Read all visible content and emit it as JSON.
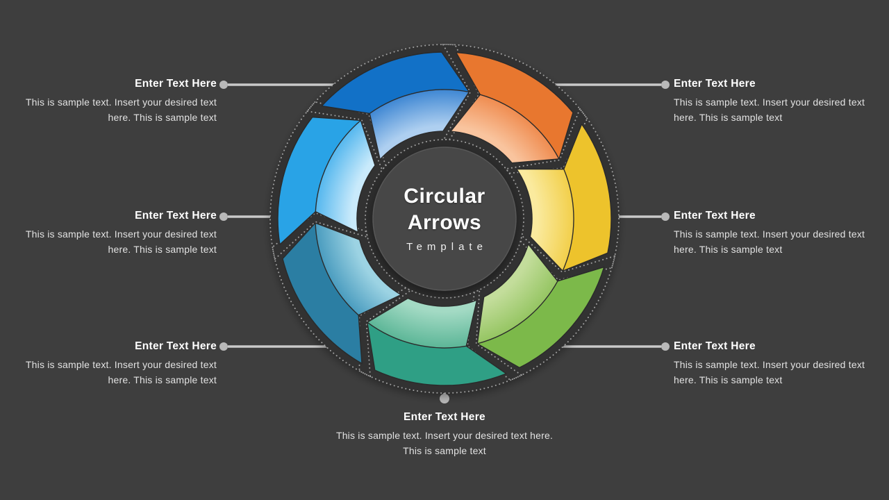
{
  "slide": {
    "bg": "#3e3e3e"
  },
  "center": {
    "title_line1": "Circular",
    "title_line2": "Arrows",
    "subtitle": "Template"
  },
  "callouts": {
    "left": [
      {
        "title": "Enter Text Here",
        "body": "This is sample text. Insert your desired text here. This is sample text"
      },
      {
        "title": "Enter Text Here",
        "body": "This is sample text. Insert your desired text here. This is sample text"
      },
      {
        "title": "Enter Text Here",
        "body": "This is sample text. Insert your desired text here. This is sample text"
      }
    ],
    "right": [
      {
        "title": "Enter Text Here",
        "body": "This is sample text. Insert your desired text here. This is sample text"
      },
      {
        "title": "Enter Text Here",
        "body": "This is sample text. Insert your desired text here. This is sample text"
      },
      {
        "title": "Enter Text Here",
        "body": "This is sample text. Insert your desired text here. This is sample text"
      }
    ],
    "bottom": [
      {
        "title": "Enter Text Here",
        "body": "This is sample text. Insert your desired text here. This is sample text"
      }
    ]
  },
  "diagram": {
    "arrows": [
      {
        "name": "orange",
        "outer": "#e8772f",
        "mid": "#ef8c50",
        "light": "#f9c49e"
      },
      {
        "name": "yellow",
        "outer": "#edc32c",
        "mid": "#f2cf4a",
        "light": "#faea9e"
      },
      {
        "name": "green",
        "outer": "#7cb94a",
        "mid": "#95c562",
        "light": "#c3dd9b"
      },
      {
        "name": "teal",
        "outer": "#2f9f85",
        "mid": "#5cb697",
        "light": "#a3dac4"
      },
      {
        "name": "steel-blue",
        "outer": "#2b7ea3",
        "mid": "#4a9cbf",
        "light": "#9cd3e3"
      },
      {
        "name": "light-blue",
        "outer": "#29a3e6",
        "mid": "#55b7ee",
        "light": "#c9eafb"
      },
      {
        "name": "dark-blue",
        "outer": "#1271c7",
        "mid": "#3f87d3",
        "light": "#aecff0"
      }
    ],
    "plate_color": "#323232",
    "outline_dot_color": "#a0a0a0",
    "arrow_edge_color": "#2b2b2b",
    "connector_line_color": "#c9c9c9",
    "connector_dot_color": "#b9b9b9",
    "center_shadow_color": "#2d2d2d",
    "center_circle_color": "#464646",
    "center_circle_rim": "#585858"
  }
}
